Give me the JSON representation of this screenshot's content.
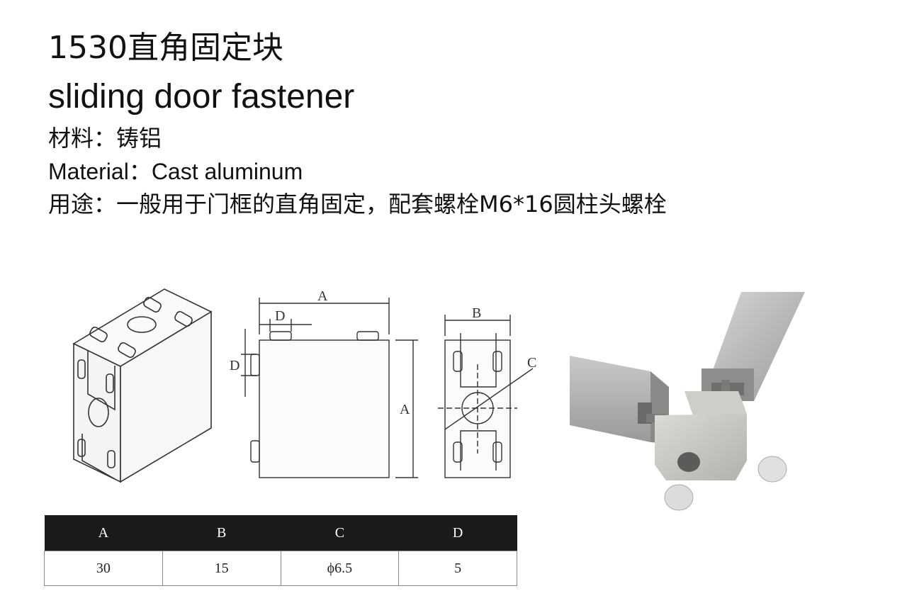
{
  "title_cn": "1530直角固定块",
  "title_en": "sliding door fastener",
  "material_cn": "材料：铸铝",
  "material_en": "Material：Cast aluminum",
  "usage_cn": "用途：一般用于门框的直角固定，配套螺栓M6*16圆柱头螺栓",
  "drawing": {
    "front_label_a": "A",
    "front_label_d_top": "D",
    "front_label_d_side": "D",
    "front_label_a_side": "A",
    "side_label_b": "B",
    "side_label_c": "C"
  },
  "table": {
    "headers": [
      "A",
      "B",
      "C",
      "D"
    ],
    "values": [
      "30",
      "15",
      "ϕ6.5",
      "5"
    ]
  }
}
